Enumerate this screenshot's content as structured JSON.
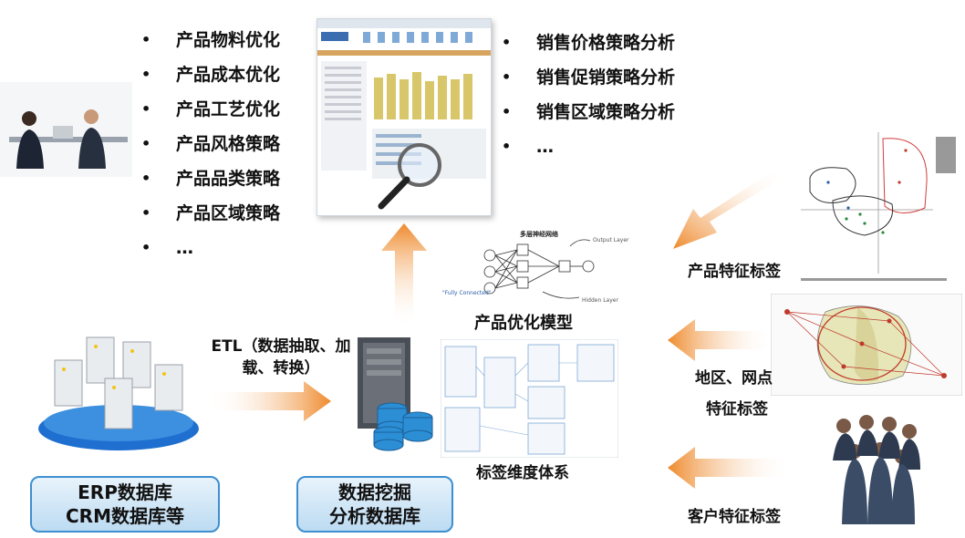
{
  "product_list": [
    "产品物料优化",
    "产品成本优化",
    "产品工艺优化",
    "产品风格策略",
    "产品品类策略",
    "产品区域策略",
    "…"
  ],
  "sales_list": [
    "销售价格策略分析",
    "销售促销策略分析",
    "销售区域策略分析",
    "…"
  ],
  "bullet": "•",
  "etl_label": "ETL（数据抽取、加载、转换）",
  "erp_box": {
    "line1": "ERP数据库",
    "line2": "CRM数据库等"
  },
  "mining_box": {
    "line1": "数据挖掘",
    "line2": "分析数据库"
  },
  "model_label": "产品优化模型",
  "tag_system_label": "标签维度体系",
  "product_tag_label": "产品特征标签",
  "region_tag_label": {
    "line1": "地区、网点",
    "line2": "特征标签"
  },
  "customer_tag_label": "客户特征标签",
  "nn_diagram": {
    "title": "多层神经网络",
    "output": "Output Layer",
    "hidden": "Hidden Layer",
    "connect": "\"Fully Connected\""
  },
  "colors": {
    "arrow": "#ee8a2c",
    "box_border": "#3d8fd0",
    "box_fill": "#cfe5f6"
  }
}
